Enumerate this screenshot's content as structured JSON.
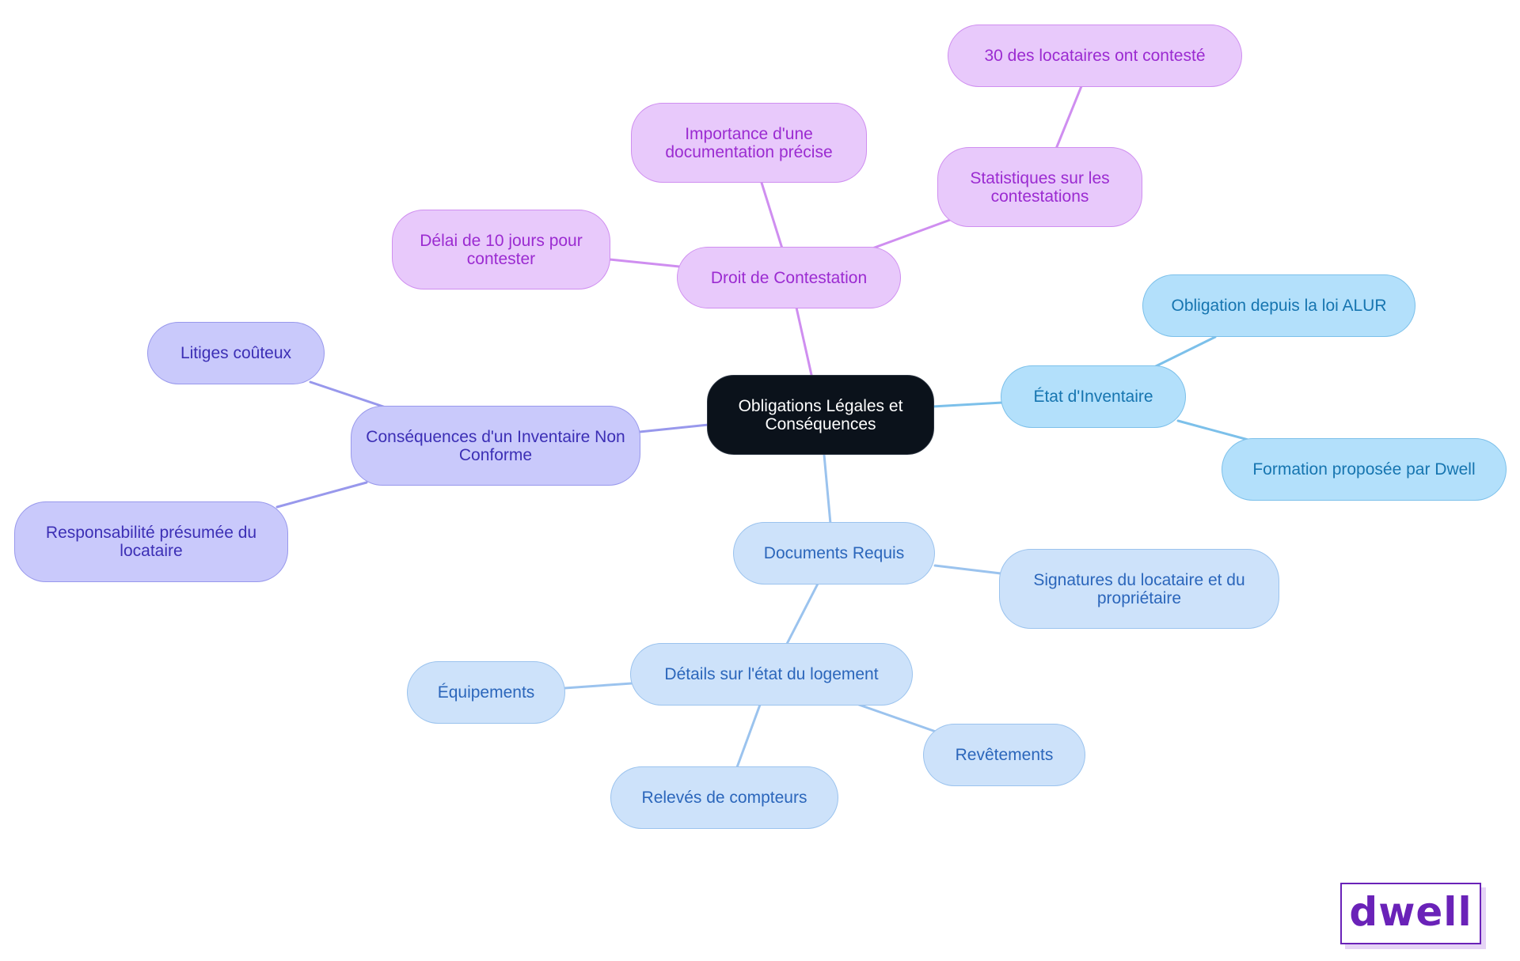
{
  "diagram": {
    "root": "Obligations Légales et Conséquences",
    "branches": {
      "droit": {
        "label": "Droit de Contestation",
        "children": {
          "delai": "Délai de 10 jours pour contester",
          "importance": "Importance d'une documentation précise",
          "statistiques": {
            "label": "Statistiques sur les contestations",
            "children": {
              "pourcent": "30 des locataires ont contesté"
            }
          }
        }
      },
      "etat": {
        "label": "État d'Inventaire",
        "children": {
          "alur": "Obligation depuis la loi ALUR",
          "formation": "Formation proposée par Dwell"
        }
      },
      "consequences": {
        "label": "Conséquences d'un Inventaire Non Conforme",
        "children": {
          "litiges": "Litiges coûteux",
          "responsabilite": "Responsabilité présumée du locataire"
        }
      },
      "documents": {
        "label": "Documents Requis",
        "children": {
          "signatures": "Signatures du locataire et du propriétaire",
          "details": {
            "label": "Détails sur l'état du logement",
            "children": {
              "equipements": "Équipements",
              "revetements": "Revêtements",
              "releves": "Relevés de compteurs"
            }
          }
        }
      }
    },
    "logo": "dwell"
  },
  "colors": {
    "root_fill": "#0b121b",
    "purple_fill": "#e8c9fb",
    "purple_edge": "#cf8ef0",
    "purple_text": "#9b2bd1",
    "indigo_fill": "#c9c9fb",
    "indigo_edge": "#9898ec",
    "indigo_text": "#3c2fb5",
    "cyan_fill": "#b3e0fb",
    "cyan_edge": "#7cc0ea",
    "cyan_text": "#1675b0",
    "sky_fill": "#cde2fa",
    "sky_edge": "#9bc3ee",
    "sky_text": "#2b66bb",
    "logo": "#6a22b8"
  }
}
